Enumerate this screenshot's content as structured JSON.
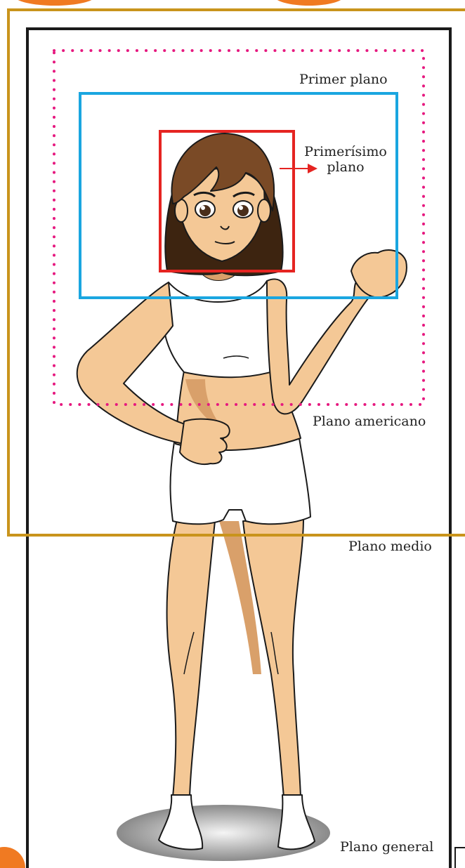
{
  "labels": {
    "primer_plano": "Primer plano",
    "primerisimo_plano": "Primerísimo plano",
    "plano_americano": "Plano americano",
    "plano_medio": "Plano medio",
    "plano_general": "Plano general"
  },
  "colors": {
    "plano_general_frame": "#1a1a1a",
    "plano_medio_frame": "#c9941c",
    "plano_americano_frame": "#e6197f",
    "primer_plano_frame": "#1aa6e0",
    "primerisimo_plano_frame": "#e52421",
    "skin": "#f4c896",
    "skin_shadow": "#d9a06a",
    "hair": "#7a4a26",
    "hair_dark": "#3d2410",
    "accent_orange": "#f07a22"
  }
}
